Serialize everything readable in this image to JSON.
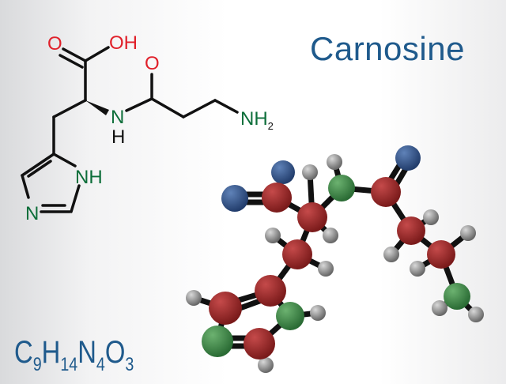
{
  "title": "Carnosine",
  "formula": {
    "parts": [
      {
        "el": "C",
        "n": "9"
      },
      {
        "el": "H",
        "n": "14"
      },
      {
        "el": "N",
        "n": "4"
      },
      {
        "el": "O",
        "n": "3"
      }
    ]
  },
  "structure_labels": {
    "carbonyl_o": "O",
    "hydroxyl": "OH",
    "amide_o": "O",
    "amide_n": "N",
    "amide_h": "H",
    "amine": "NH",
    "amine_sub": "2",
    "ring_nh": "NH",
    "ring_n": "N"
  },
  "colors": {
    "carbon": "#9a2626",
    "oxygen": "#2f5088",
    "nitrogen": "#3d8a48",
    "hydrogen": "#8a8a8a",
    "text": "#1f5a8c"
  }
}
